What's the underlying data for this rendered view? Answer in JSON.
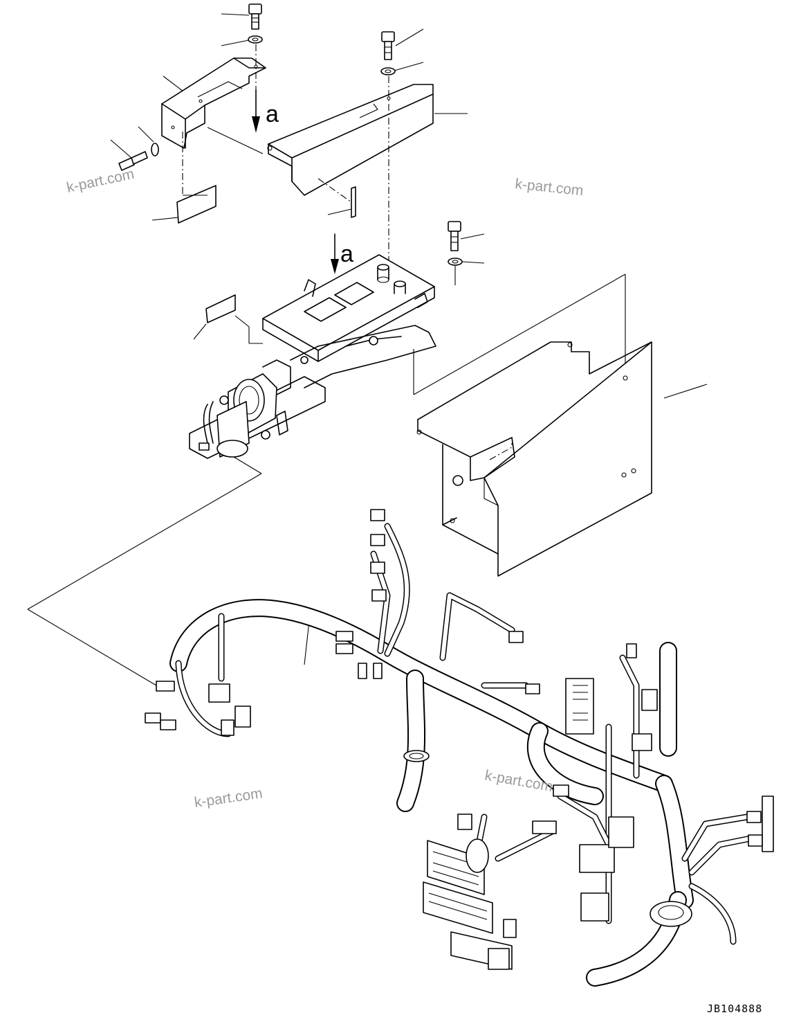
{
  "view_labels": [
    "a",
    "a"
  ],
  "watermark": "k-part.com",
  "drawing_code": "JB104888",
  "colors": {
    "line": "#000000",
    "background": "#ffffff",
    "watermark": "#9a9a9a"
  }
}
